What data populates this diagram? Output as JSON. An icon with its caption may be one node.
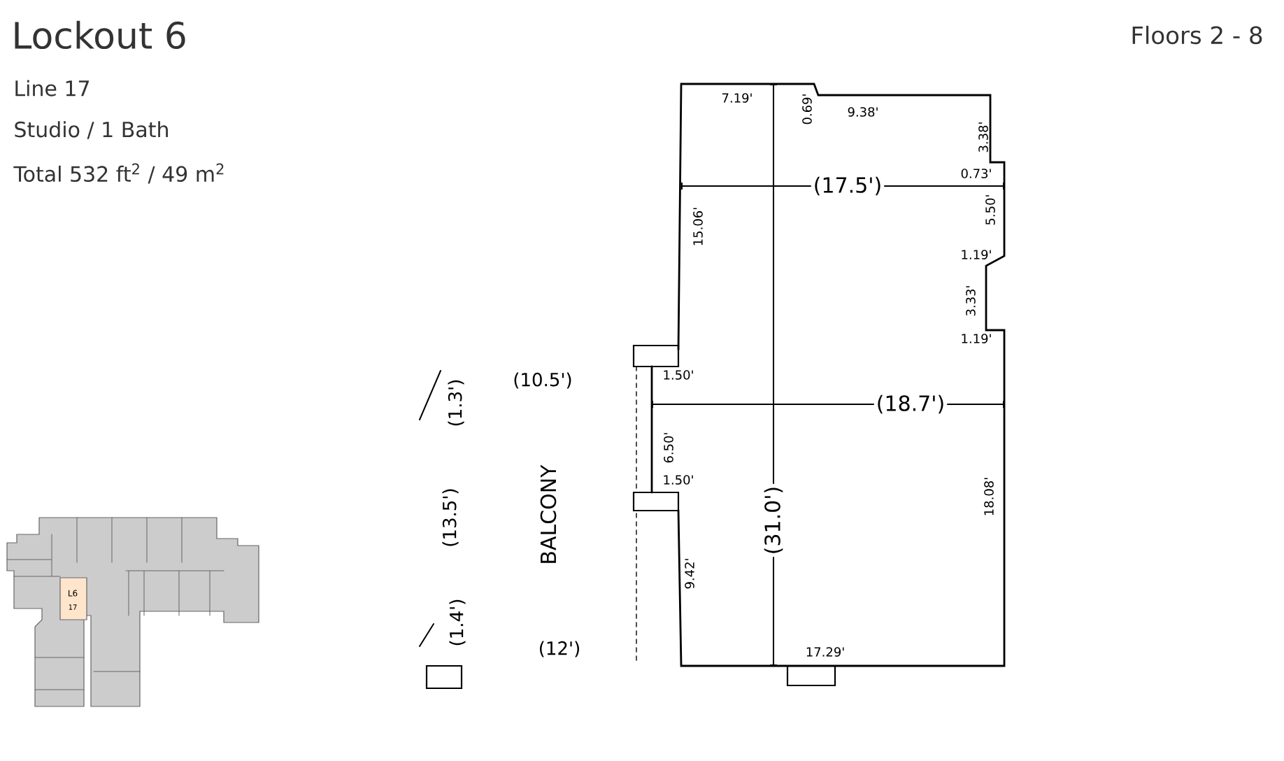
{
  "diagram": {
    "title": "Lockout 6",
    "labels": [
      "Floors 2 - 8",
      "Line 17",
      "Studio / 1 Bath",
      "Total 532 ft$^{2}$ / 49 m$^{2}$",
      "7.19'",
      "0.69'",
      "9.38'",
      "3.38'",
      "0.73'",
      "(17.5')",
      "15.06'",
      "5.50'",
      "1.19'",
      "3.33'",
      "1.19'",
      "(10.5')",
      "1.50'",
      "(18.7')",
      "(1.3')",
      "6.50'",
      "1.50'",
      "(13.5')",
      "BALCONY",
      "(31.0')",
      "9.42'",
      "18.08'",
      "(1.4')",
      "(12')",
      "17.29'",
      "L6",
      "17"
    ]
  }
}
